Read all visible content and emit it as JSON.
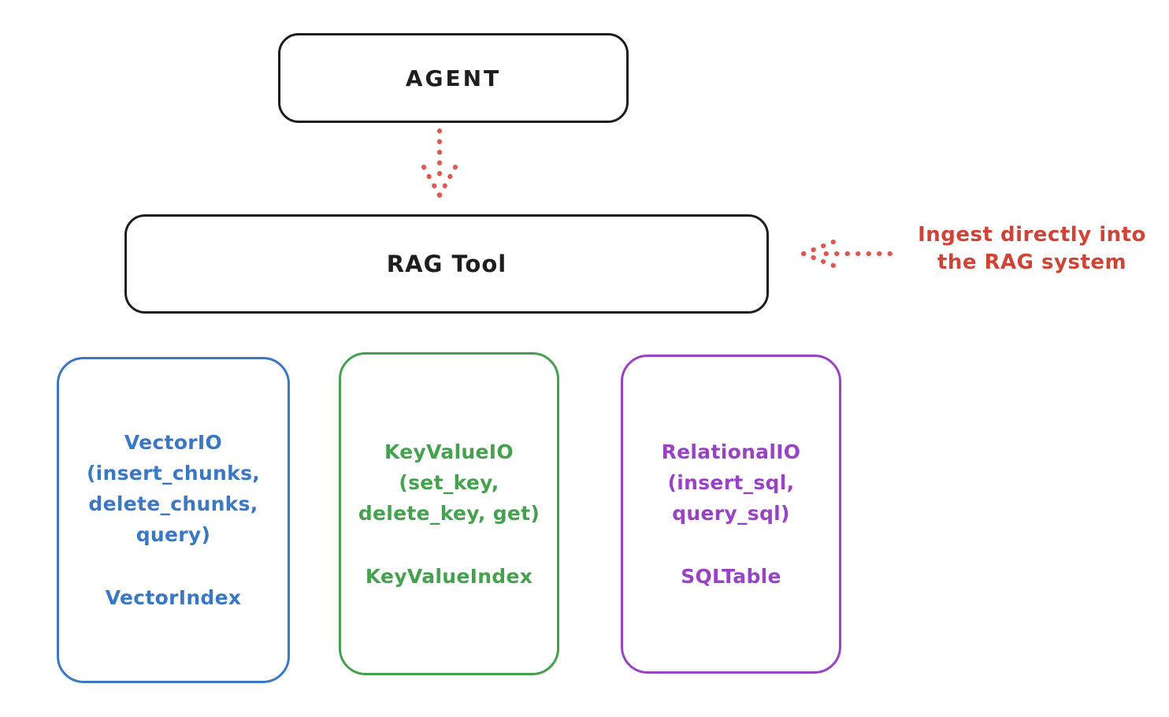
{
  "palette": {
    "ink": "#1e1e1e",
    "red": "#ce4437",
    "arrow_red": "#dd5851",
    "blue": "#3b78c4",
    "green": "#44a24e",
    "purple": "#9a42c4",
    "background": "#ffffff"
  },
  "agent": {
    "label": "AGENT"
  },
  "rag_tool": {
    "label": "RAG Tool"
  },
  "ingest_note": {
    "line1": "Ingest directly into",
    "line2": "the RAG system"
  },
  "io_boxes": [
    {
      "name": "vector-io",
      "color": "#3b78c4",
      "lines": [
        "VectorIO",
        "(insert_chunks,",
        "delete_chunks,",
        "query)"
      ],
      "footer": "VectorIndex"
    },
    {
      "name": "keyvalue-io",
      "color": "#44a24e",
      "lines": [
        "KeyValueIO",
        "(set_key,",
        "delete_key, get)"
      ],
      "footer": "KeyValueIndex"
    },
    {
      "name": "relational-io",
      "color": "#9a42c4",
      "lines": [
        "RelationalIO",
        "(insert_sql,",
        "query_sql)"
      ],
      "footer": "SQLTable"
    }
  ]
}
